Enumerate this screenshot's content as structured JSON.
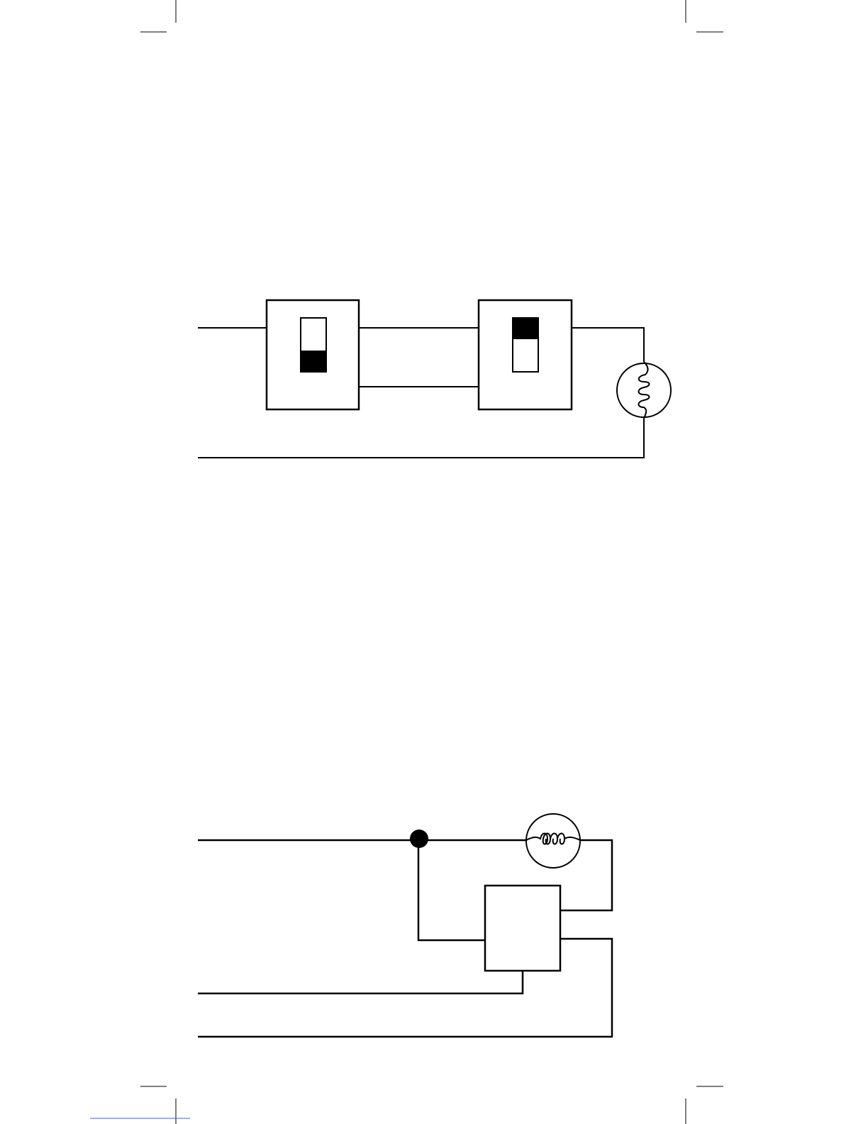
{
  "colors": {
    "background": "#ffffff",
    "ink": "#000000",
    "link_rule": "#3f64c8"
  },
  "diagram_top": {
    "components": [
      "switch-a",
      "switch-b",
      "lamp"
    ],
    "switch_a_state": "down",
    "switch_b_state": "up"
  },
  "diagram_bottom": {
    "components": [
      "junction-dot",
      "lamp",
      "control-box"
    ]
  },
  "icons": {
    "lamp": "lamp-icon",
    "junction": "junction-dot-icon"
  }
}
